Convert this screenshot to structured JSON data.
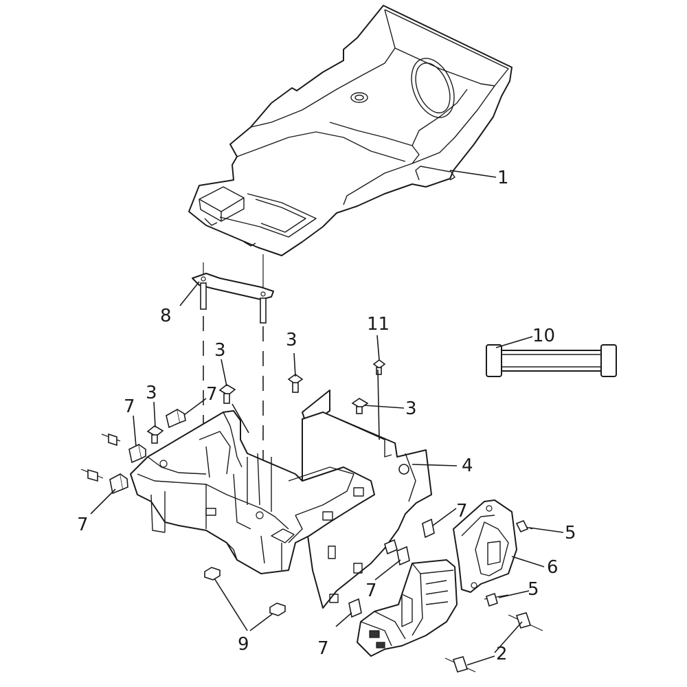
{
  "diagram": {
    "callouts": {
      "c1": "1",
      "c2": "2",
      "c3a": "3",
      "c3b": "3",
      "c3c": "3",
      "c3d": "3",
      "c4": "4",
      "c5a": "5",
      "c5b": "5",
      "c6": "6",
      "c7a": "7",
      "c7b": "7",
      "c7c": "7",
      "c7d": "7",
      "c7e": "7",
      "c7f": "7",
      "c8": "8",
      "c9": "9",
      "c10": "10",
      "c11": "11"
    }
  },
  "colors": {
    "line": "#1a1a1a",
    "background": "#ffffff"
  }
}
